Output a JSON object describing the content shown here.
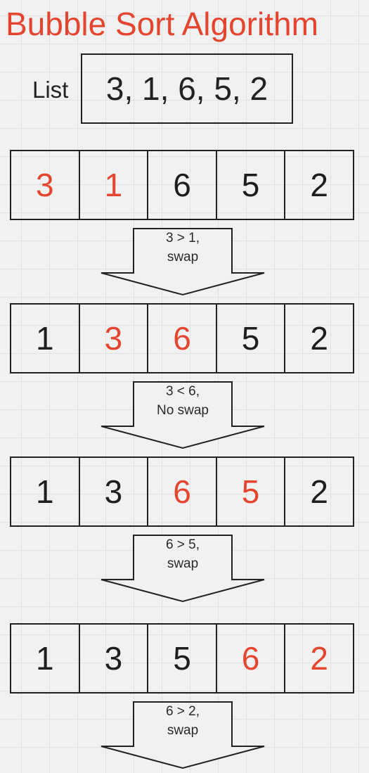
{
  "title": "Bubble Sort Algorithm",
  "list": {
    "label": "List",
    "value": "3, 1, 6, 5, 2"
  },
  "steps": [
    {
      "values": [
        "3",
        "1",
        "6",
        "5",
        "2"
      ],
      "highlight": [
        0,
        1
      ],
      "arrow": {
        "line1": "3 > 1,",
        "line2": "swap"
      }
    },
    {
      "values": [
        "1",
        "3",
        "6",
        "5",
        "2"
      ],
      "highlight": [
        1,
        2
      ],
      "arrow": {
        "line1": "3 < 6,",
        "line2": "No swap"
      }
    },
    {
      "values": [
        "1",
        "3",
        "6",
        "5",
        "2"
      ],
      "highlight": [
        2,
        3
      ],
      "arrow": {
        "line1": "6 > 5,",
        "line2": "swap"
      }
    },
    {
      "values": [
        "1",
        "3",
        "5",
        "6",
        "2"
      ],
      "highlight": [
        3,
        4
      ],
      "arrow": {
        "line1": "6 > 2,",
        "line2": "swap"
      }
    }
  ],
  "colors": {
    "highlight": "#e5452f",
    "text": "#1e1e1e",
    "border": "#222222"
  }
}
